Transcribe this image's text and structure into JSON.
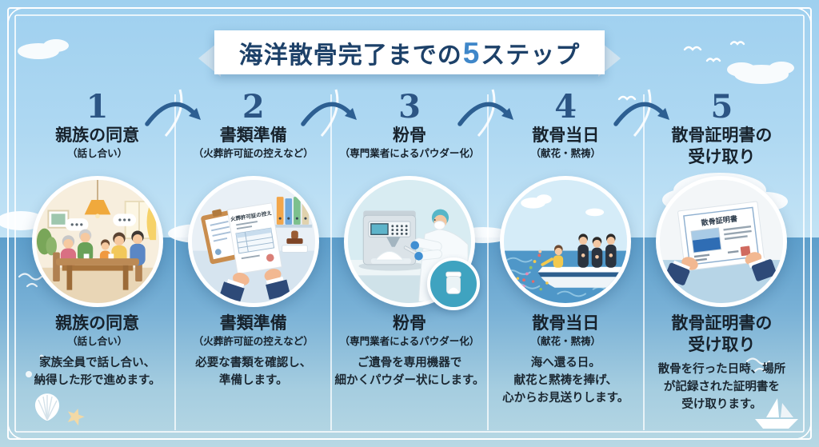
{
  "banner": {
    "prefix": "海洋散骨完了までの",
    "highlight": "5",
    "suffix": "ステップ"
  },
  "steps": [
    {
      "number": "1",
      "title": "親族の同意",
      "subtitle": "（話し合い）",
      "bottom_title": "親族の同意",
      "bottom_subtitle": "（話し合い）",
      "description_lines": [
        "家族全員で話し合い、",
        "納得した形で進めます。"
      ]
    },
    {
      "number": "2",
      "title": "書類準備",
      "subtitle": "（火葬許可証の控えなど）",
      "bottom_title": "書類準備",
      "bottom_subtitle": "（火葬許可証の控えなど）",
      "description_lines": [
        "必要な書類を確認し、",
        "準備します。"
      ]
    },
    {
      "number": "3",
      "title": "粉骨",
      "subtitle": "（専門業者によるパウダー化）",
      "bottom_title": "粉骨",
      "bottom_subtitle": "（専門業者によるパウダー化）",
      "description_lines": [
        "ご遺骨を専用機器で",
        "細かくパウダー状にします。"
      ]
    },
    {
      "number": "4",
      "title": "散骨当日",
      "subtitle": "（献花・黙祷）",
      "bottom_title": "散骨当日",
      "bottom_subtitle": "（献花・黙祷）",
      "description_lines": [
        "海へ還る日。",
        "献花と黙祷を捧げ、",
        "心からお見送りします。"
      ]
    },
    {
      "number": "5",
      "title_lines": [
        "散骨証明書の",
        "受け取り"
      ],
      "bottom_title_lines": [
        "散骨証明書の",
        "受け取り"
      ],
      "description_lines": [
        "散骨を行った日時、場所",
        "が記録された証明書を",
        "受け取ります。"
      ]
    }
  ],
  "illustrations": {
    "document_title": "火葬許可証の控え",
    "certificate_title": "散骨証明書"
  },
  "colors": {
    "title_navy": "#1d4169",
    "highlight_blue": "#3f87c9",
    "number_blue": "#2c5584",
    "arrow_blue": "#2d5f92",
    "sky": "#a3d2f0",
    "ocean": "#5d9ecb"
  }
}
